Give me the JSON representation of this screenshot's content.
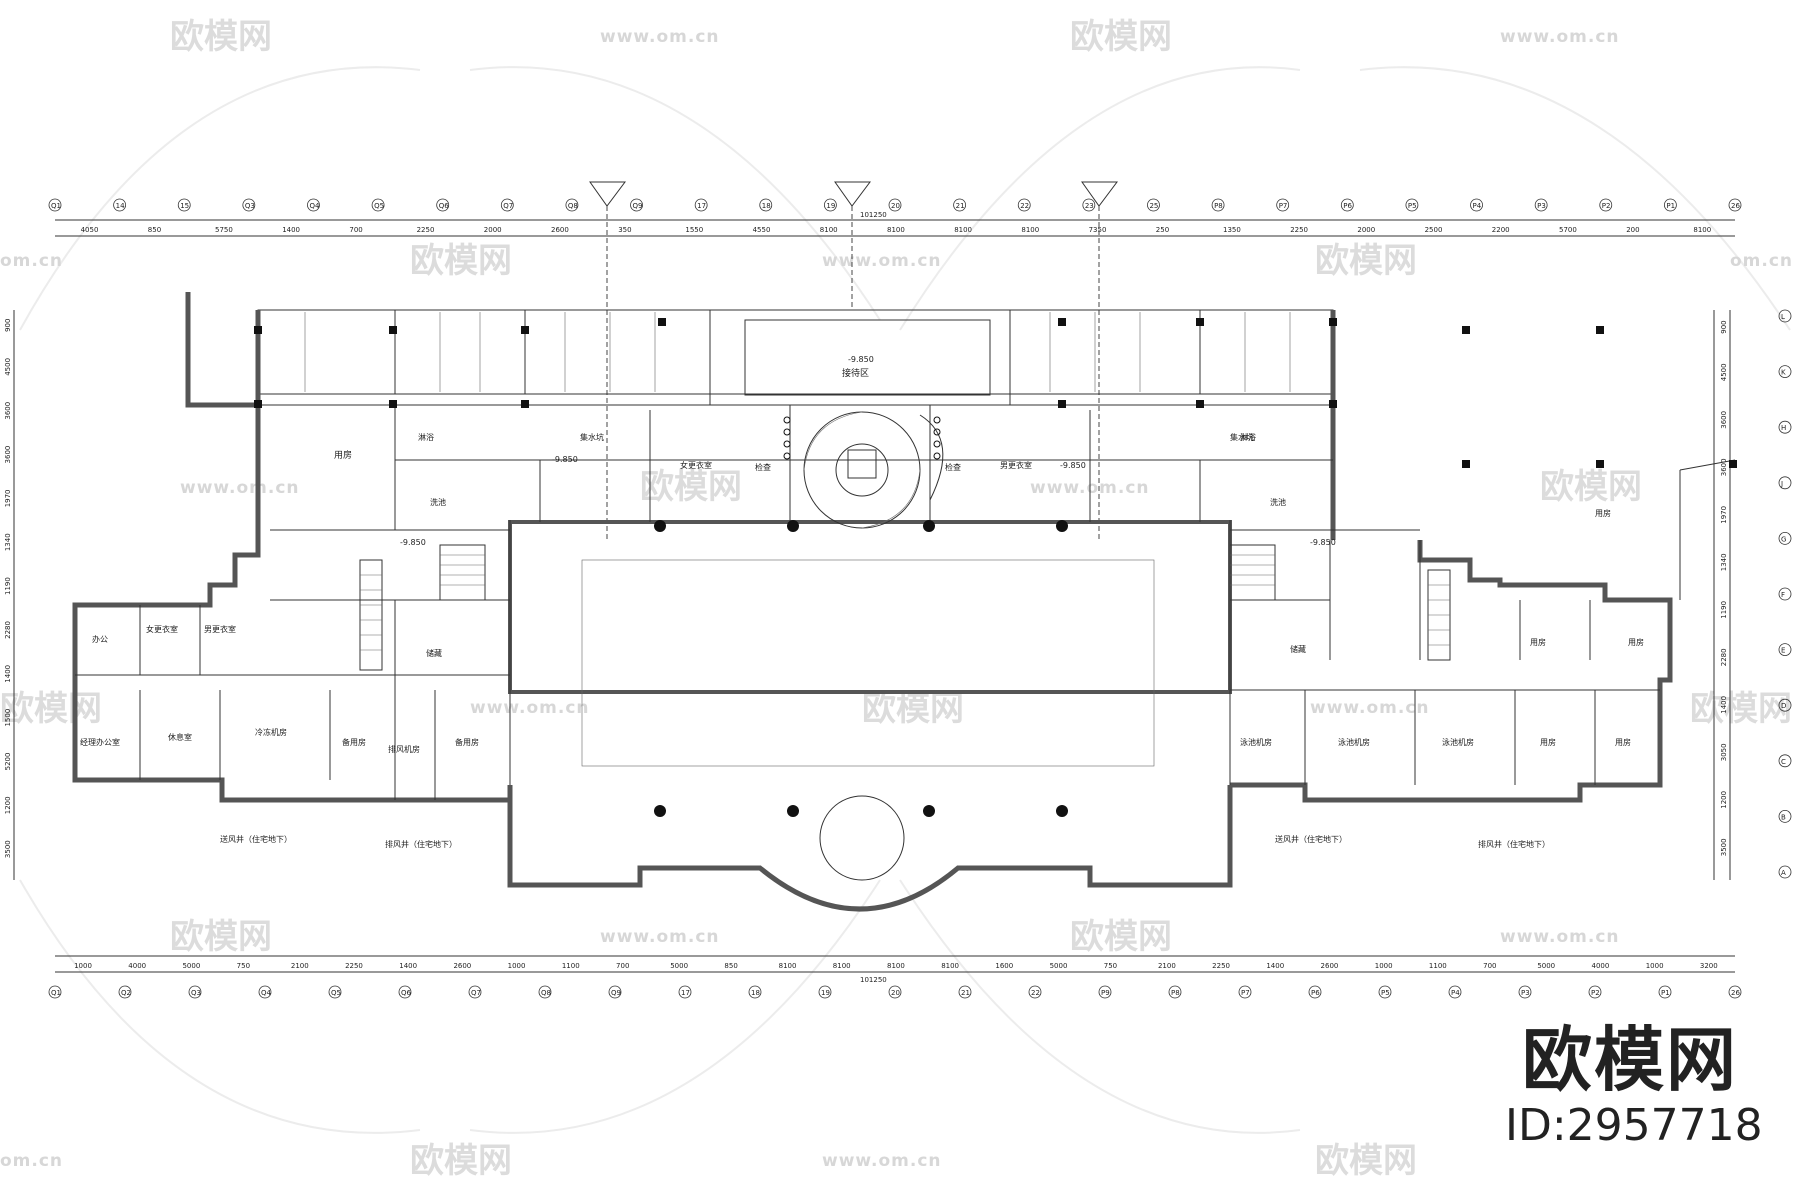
{
  "watermark": {
    "brand": "欧模网",
    "site": "www.om.cn",
    "site_fragment": "om.cn"
  },
  "badge": {
    "brand": "欧模网",
    "id": "ID:2957718"
  },
  "overall_dimension": "101250",
  "top_dimensions": [
    "4050",
    "850",
    "5750",
    "1400",
    "700",
    "2250",
    "2000",
    "2600",
    "350",
    "1550",
    "4550",
    "8100",
    "8100",
    "8100",
    "8100",
    "7350",
    "250",
    "1350",
    "2250",
    "2000",
    "2500",
    "2200",
    "5700",
    "200",
    "8100"
  ],
  "bottom_dimensions": [
    "1000",
    "4000",
    "5000",
    "750",
    "2100",
    "2250",
    "1400",
    "2600",
    "1000",
    "1100",
    "700",
    "5000",
    "850",
    "8100",
    "8100",
    "8100",
    "8100",
    "1600",
    "5000",
    "750",
    "2100",
    "2250",
    "1400",
    "2600",
    "1000",
    "1100",
    "700",
    "5000",
    "4000",
    "1000",
    "3200"
  ],
  "left_dimensions": [
    "900",
    "4500",
    "3600",
    "3600",
    "1970",
    "1340",
    "1190",
    "2280",
    "1400",
    "1500",
    "5200",
    "1200",
    "3500"
  ],
  "right_dimensions": [
    "900",
    "4500",
    "3600",
    "3600",
    "1970",
    "1340",
    "1190",
    "2280",
    "1400",
    "3050",
    "1200",
    "3500"
  ],
  "axis_labels_top": [
    "Q1",
    "14",
    "15",
    "Q3",
    "Q4",
    "Q5",
    "Q6",
    "Q7",
    "Q8",
    "Q9",
    "17",
    "18",
    "19",
    "20",
    "21",
    "22",
    "23",
    "25",
    "P8",
    "P7",
    "P6",
    "P5",
    "P4",
    "P3",
    "P2",
    "P1",
    "26"
  ],
  "axis_labels_bottom": [
    "Q1",
    "Q2",
    "Q3",
    "Q4",
    "Q5",
    "Q6",
    "Q7",
    "Q8",
    "Q9",
    "17",
    "18",
    "19",
    "20",
    "21",
    "22",
    "P9",
    "P8",
    "P7",
    "P6",
    "P5",
    "P4",
    "P3",
    "P2",
    "P1",
    "26"
  ],
  "axis_labels_right": [
    "L",
    "K",
    "H",
    "J",
    "G",
    "F",
    "E",
    "D",
    "C",
    "B",
    "A"
  ],
  "elevations": {
    "main": "-9.850",
    "left_hall": "-9.850",
    "right_hall": "-9.850",
    "left_stair": "-9.850",
    "right_stair": "-9.850"
  },
  "rooms": {
    "reception": "接待区",
    "left_storage": "用房",
    "left_office": "办公",
    "left_female_change": "女更衣室",
    "left_male_change": "男更衣室",
    "manager_office": "经理办公室",
    "rest_room": "休息室",
    "cold_machine": "冷冻机房",
    "spare_room_1": "备用房",
    "spare_room_2": "备用房",
    "pump_room_left": "排风机房",
    "shower_left": "淋浴",
    "shower_right": "淋浴",
    "wash_left": "洗池",
    "wash_right": "洗池",
    "female_change_mid": "女更衣室",
    "male_change_mid": "男更衣室",
    "corridor_left": "检查",
    "corridor_right": "检查",
    "pool_machine_1": "泳池机房",
    "pool_machine_2": "泳池机房",
    "pool_machine_3": "泳池机房",
    "storage_r1": "用房",
    "storage_r2": "用房",
    "storage_r3": "用房",
    "storage_r4": "用房",
    "storage_r5": "用房",
    "left_duct_1": "送风井（住宅地下）",
    "left_duct_2": "排风井（住宅地下）",
    "right_duct_1": "送风井（住宅地下）",
    "right_duct_2": "排风井（住宅地下）",
    "water_room_left": "集水坑",
    "water_room_right": "集水坑",
    "storage_small_l": "储藏",
    "storage_small_r": "储藏"
  }
}
